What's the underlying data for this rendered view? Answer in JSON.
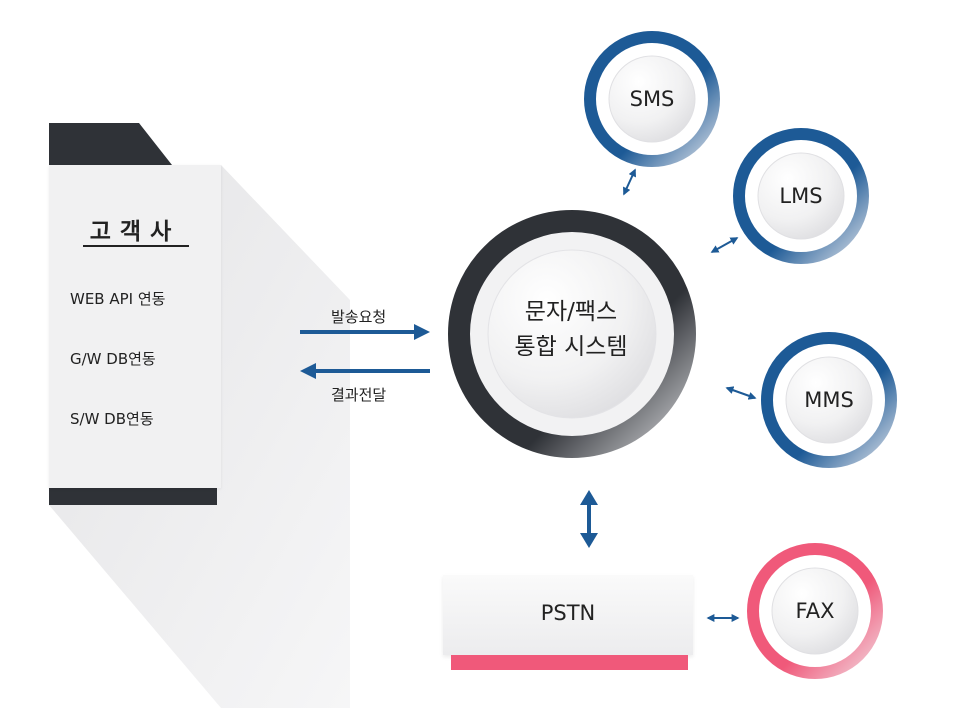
{
  "customer": {
    "title": "고객사",
    "items": [
      "WEB API 연동",
      "G/W DB연동",
      "S/W DB연동"
    ]
  },
  "arrows": {
    "request_label": "발송요청",
    "result_label": "결과전달"
  },
  "center": {
    "line1": "문자/팩스",
    "line2": "통합 시스템"
  },
  "nodes": {
    "sms": "SMS",
    "lms": "LMS",
    "mms": "MMS",
    "fax": "FAX"
  },
  "pstn": {
    "label": "PSTN"
  },
  "colors": {
    "blue": "#1d5a96",
    "pink": "#f0597a",
    "dark": "#2f3237",
    "card_bg": "#f1f1f2"
  }
}
